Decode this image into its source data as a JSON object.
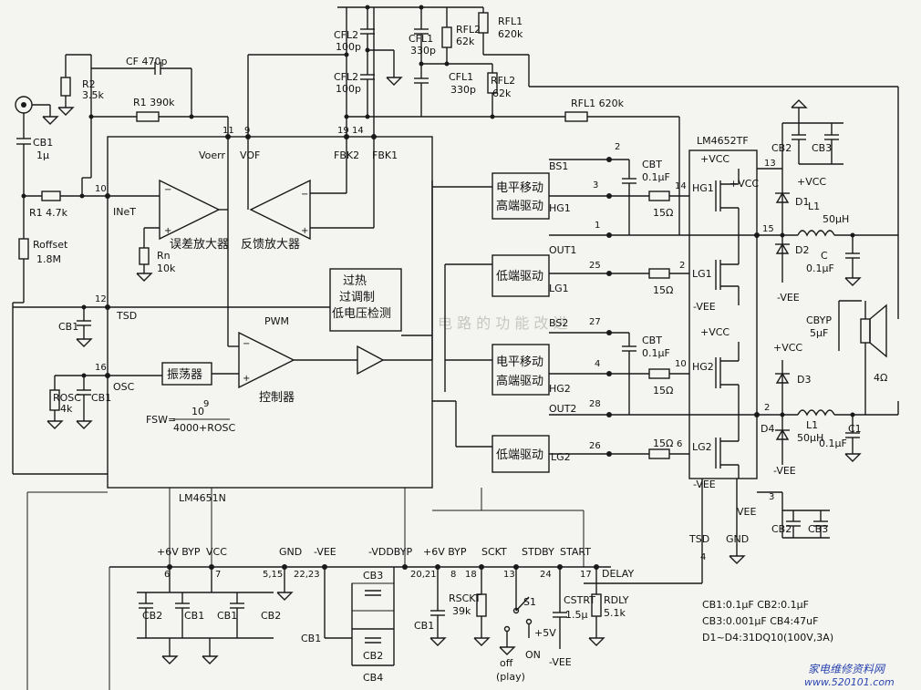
{
  "chips": {
    "controller": "LM4651N",
    "driver": "LM4652TF"
  },
  "blocks": {
    "error_amp": "误差放大器",
    "feedback_amp": "反馈放大器",
    "pwm": "PWM",
    "pwm_ctrl": "控制器",
    "oscillator": "振荡器",
    "protect1": "过热",
    "protect2": "过调制",
    "protect3": "低电压检测",
    "hs1a": "电平移动",
    "hs1b": "高端驱动",
    "ls1": "低端驱动",
    "hs2a": "电平移动",
    "hs2b": "高端驱动",
    "ls2": "低端驱动"
  },
  "formula": {
    "lhs": "FSW=",
    "num": "10",
    "exp": "9",
    "den": "4000+ROSC"
  },
  "left_labels": {
    "cf": "CF  470p",
    "r2": "R2",
    "r2v": "3.5k",
    "r1b": "R1  390k",
    "cb1": "CB1",
    "cb1v": "1μ",
    "r1a": "R1  4.7k",
    "roffset": "Roffset",
    "roffsetv": "1.8M",
    "rn": "Rn",
    "rnv": "10k",
    "cb1b": "CB1",
    "rosc": "ROSC",
    "roscv": "4k",
    "cb1c": "CB1"
  },
  "pins": {
    "p10": "10",
    "inet": "INeT",
    "p11": "11",
    "voerr": "Voerr",
    "p9": "9",
    "vof": "VOF",
    "p19": "19",
    "fbk2": "FBK2",
    "p14": "14",
    "fbk1": "FBK1",
    "p12": "12",
    "tsd": "TSD",
    "p16": "16",
    "osc": "OSC",
    "p2": "2",
    "bs1": "BS1",
    "p3": "3",
    "hg1": "HG1",
    "p1": "1",
    "p25": "25",
    "out1": "OUT1",
    "lg1": "LG1",
    "p27": "27",
    "bs2": "BS2",
    "p4": "4",
    "hg2": "HG2",
    "p28": "28",
    "out2": "OUT2",
    "p26": "26",
    "lg2": "LG2"
  },
  "top_labels": {
    "cfl2a": "CFL2",
    "cfl2av": "100p",
    "cfl2b": "CFL2",
    "cfl2bv": "100p",
    "cfl1a": "CFL1",
    "cfl1av": "330p",
    "cfl1b": "CFL1",
    "cfl1bv": "330p",
    "rfl2a": "RFL2",
    "rfl2av": "62k",
    "rfl2b": "RFL2",
    "rfl2bv": "62k",
    "rfl1a": "RFL1",
    "rfl1av": "620k",
    "rfl1b": "RFL1  620k"
  },
  "right_labels": {
    "cbt1": "CBT",
    "cbt1v": "0.1μF",
    "r15a": "15Ω",
    "r15b": "15Ω",
    "r15c": "15Ω",
    "r15d": "15Ω",
    "cbt2": "CBT",
    "cbt2v": "0.1μF",
    "p14r": "14",
    "hg1r": "HG1",
    "p2r": "2",
    "lg1r": "LG1",
    "p10r": "10",
    "hg2r": "HG2",
    "p6r": "6",
    "lg2r": "LG2",
    "vcc1": "+VCC",
    "vcc2": "+VCC",
    "vcc3": "+VCC",
    "vcc4": "+VCC",
    "vcc5": "+VCC",
    "vee1": "-VEE",
    "vee2": "-VEE",
    "vee3": "-VEE",
    "vee4": "-VEE",
    "vee5": "VEE",
    "p13": "13",
    "p15": "15",
    "p2b": "2",
    "p3b": "3",
    "p4b": "4",
    "cb2": "CB2",
    "cb3": "CB3",
    "d1": "D1",
    "l1": "L1",
    "l1v": "50μH",
    "d2": "D2",
    "c": "C",
    "cv": "0.1μF",
    "cbyp": "CBYP",
    "cbypv": "5μF",
    "spk": "4Ω",
    "d3": "D3",
    "l1b": "L1",
    "l1bv": "50μH",
    "d4": "D4",
    "c1": "C1",
    "c1v": "0.1μF",
    "tsd": "TSD",
    "gnd": "GND",
    "cb2b": "CB2",
    "cb3b": "CB3",
    "note1": "CB1:0.1μF    CB2:0.1μF",
    "note2": "CB3:0.001μF   CB4:47uF",
    "note3": "D1~D4:31DQ10(100V,3A)"
  },
  "bottom_labels": {
    "byp6": "+6V BYP",
    "vcc": "VCC",
    "gnd": "GND",
    "vee": "-VEE",
    "vddbyp": "-VDDBYP",
    "byp6b": "+6V BYP",
    "sckt": "SCKT",
    "stdby": "STDBY",
    "start": "START",
    "delay": "DELAY",
    "p6": "6",
    "p7": "7",
    "p515": "5,15",
    "p2223": "22,23",
    "p2021": "20,21",
    "p8": "8",
    "p18": "18",
    "p13": "13",
    "p24": "24",
    "p17": "17",
    "cb2": "CB2",
    "cb1": "CB1",
    "cb1b": "CB1",
    "cb2b": "CB2",
    "cb3": "CB3",
    "cb2c": "CB2",
    "cb4": "CB4",
    "cb1c": "CB1",
    "cb1d": "CB1",
    "rsckt": "RSCKT",
    "rscktv": "39k",
    "s1": "S1",
    "p5v": "+5V",
    "on": "ON",
    "off": "off",
    "play": "(play)",
    "cstrt": "CSTRT",
    "cstrtv": "1.5μ",
    "rdly": "RDLY",
    "rdlyv": "5.1k",
    "vee_b": "-VEE"
  },
  "watermark": {
    "line1": "家电维修资料网",
    "line2": "www.520101.com"
  },
  "background_text": "电 路 的 功 能 改 进"
}
